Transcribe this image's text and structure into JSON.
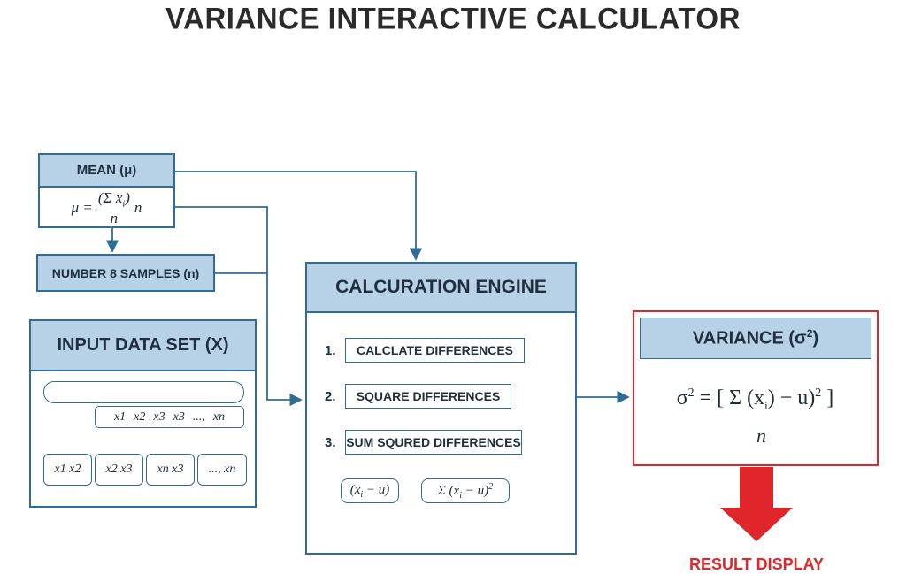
{
  "title": "VARIANCE INTERACTIVE CALCULATOR",
  "mean": {
    "header": "MEAN (μ)",
    "formula_lhs": "μ =",
    "formula_num": "(Σ x",
    "formula_num_sub": "i",
    "formula_num_close": ")",
    "formula_den": "n",
    "formula_tail": "n"
  },
  "samples": {
    "label": "NUMBER 8 SAMPLES (n)"
  },
  "input": {
    "header": "INPUT DATA SET (X)",
    "row1": [
      "x1",
      "x2",
      "x3",
      "x3",
      "...,",
      "xn"
    ],
    "row2": [
      "x1  x2",
      "x2  x3",
      "xn  x3",
      "..., xn"
    ]
  },
  "engine": {
    "header": "CALCURATION ENGINE",
    "steps": [
      {
        "num": "1.",
        "label": "CALCLATE DIFFERENCES"
      },
      {
        "num": "2.",
        "label": "SQUARE DIFFERENCES"
      },
      {
        "num": "3.",
        "label": "SUM SQURED DIFFERENCES"
      }
    ],
    "diff": "(x",
    "diff_sub": "i",
    "diff_rest": " − u)",
    "sum": "Σ (x",
    "sum_sub": "i",
    "sum_rest": " − u)",
    "sum_sup": "2"
  },
  "variance": {
    "header": "VARIANCE (σ",
    "header_sup": "2",
    "header_close": ")",
    "formula_lhs": "σ",
    "formula_lhs_sup": "2",
    "formula_body": " = [ Σ (x",
    "formula_sub": "i",
    "formula_mid": ") − u)",
    "formula_sup": "2",
    "formula_close": " ]",
    "formula_den": "n"
  },
  "result": {
    "label": "RESULT DISPLAY"
  },
  "colors": {
    "border": "#2f6d93",
    "header": "#b7d1e6",
    "alert": "#e0262a"
  }
}
